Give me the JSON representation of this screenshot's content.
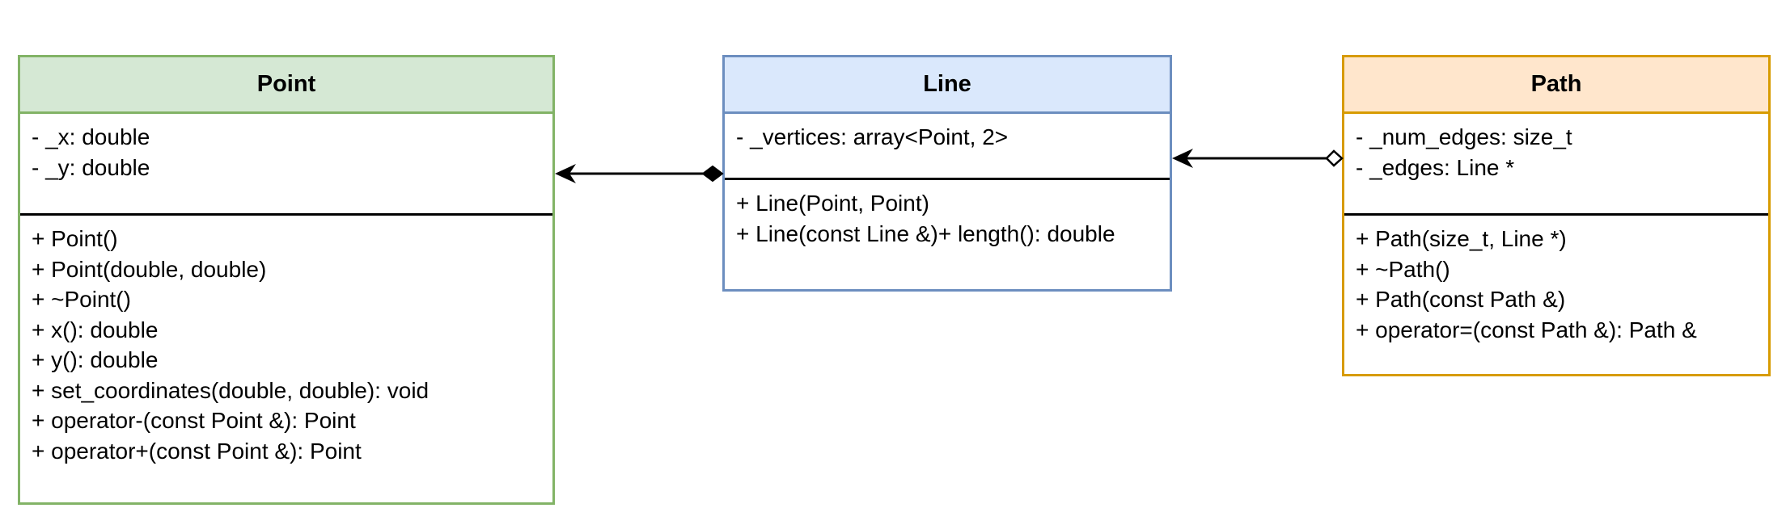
{
  "classes": {
    "point": {
      "name": "Point",
      "attributes": [
        "- _x: double",
        "- _y: double"
      ],
      "methods": [
        "+ Point()",
        "+ Point(double, double)",
        "+ ~Point()",
        "+ x(): double",
        "+ y(): double",
        "+ set_coordinates(double, double): void",
        "+ operator-(const Point &): Point",
        "+ operator+(const Point &): Point"
      ]
    },
    "line": {
      "name": "Line",
      "attributes": [
        "- _vertices: array<Point, 2>"
      ],
      "methods": [
        "+ Line(Point, Point)",
        "+ Line(const Line &)+ length(): double"
      ]
    },
    "path": {
      "name": "Path",
      "attributes": [
        "- _num_edges: size_t",
        "- _edges: Line *"
      ],
      "methods": [
        "+ Path(size_t, Line *)",
        "+ ~Path()",
        "+ Path(const Path &)",
        "+ operator=(const Path &): Path &"
      ]
    }
  },
  "relations": [
    {
      "from": "Line",
      "to": "Point",
      "kind": "composition"
    },
    {
      "from": "Path",
      "to": "Line",
      "kind": "aggregation"
    }
  ],
  "colors": {
    "point_fill": "#d5e8d4",
    "point_border": "#82b366",
    "line_fill": "#dae8fc",
    "line_border": "#6c8ebf",
    "path_fill": "#ffe6cc",
    "path_border": "#d79b00"
  }
}
